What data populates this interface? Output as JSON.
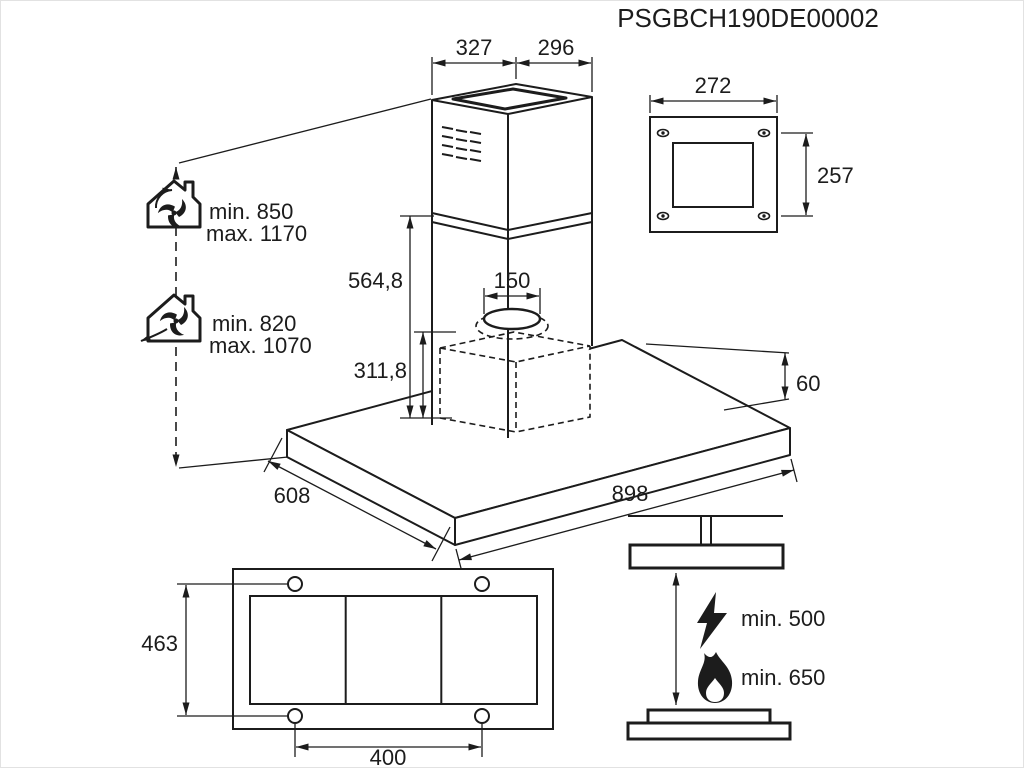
{
  "product_code": "PSGBCH190DE00002",
  "colors": {
    "line": "#1c1c1c",
    "background": "#ffffff"
  },
  "main_view": {
    "dim_top_width": "327",
    "dim_top_depth": "296",
    "dim_chimney_height": "564,8",
    "dim_duct_diameter": "150",
    "dim_body_height": "311,8",
    "dim_canopy_length": "898",
    "dim_canopy_depth": "608",
    "dim_canopy_thickness": "60"
  },
  "height_modes": {
    "recirculation": {
      "min": "min. 850",
      "max": "max. 1170"
    },
    "extraction": {
      "min": "min. 820",
      "max": "max. 1070"
    }
  },
  "ceiling_plate": {
    "dim_width": "272",
    "dim_height": "257"
  },
  "mounting_template": {
    "dim_depth": "463",
    "dim_hole_spacing": "400"
  },
  "clearances": {
    "electric": "min. 500",
    "gas": "min. 650"
  },
  "icons": {
    "recirculation": "house-with-fan-recirculation",
    "extraction": "house-with-fan-exhaust",
    "electric_clearance": "lightning-bolt",
    "gas_clearance": "flame"
  }
}
